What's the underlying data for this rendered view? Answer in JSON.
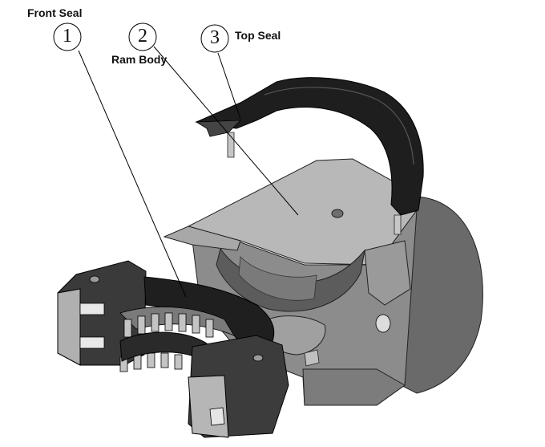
{
  "callouts": [
    {
      "number": "1",
      "label": "Front Seal"
    },
    {
      "number": "2",
      "label": "Ram Body"
    },
    {
      "number": "3",
      "label": "Top Seal"
    }
  ],
  "colors": {
    "background": "#ffffff",
    "body_grey": "#8a8a8a",
    "body_light": "#b4b4b4",
    "body_dark": "#5e5e5e",
    "seal_black": "#1c1c1c",
    "line": "#000000"
  }
}
